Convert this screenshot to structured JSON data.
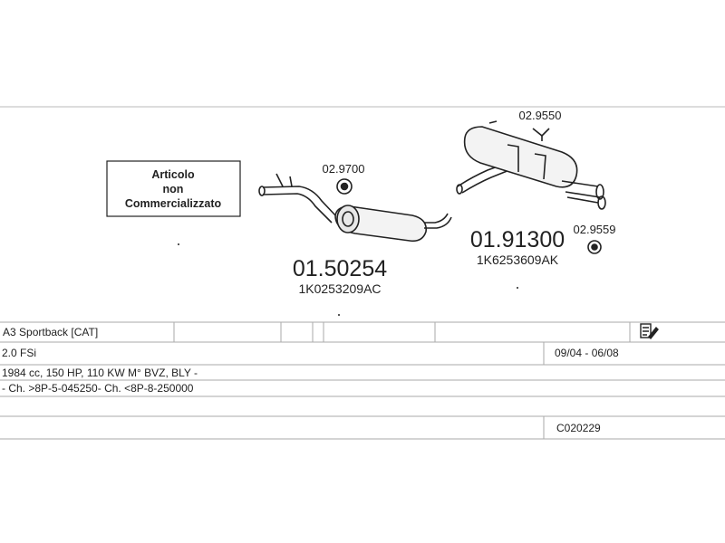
{
  "note": {
    "lines": [
      "Articolo",
      "non",
      "Commercializzato"
    ]
  },
  "parts": {
    "front_silencer": {
      "code": "01.50254",
      "oem": "1K0253209AC"
    },
    "rear_silencer": {
      "code": "01.91300",
      "oem": "1K6253609AK"
    },
    "clamp": {
      "code": "02.9700"
    },
    "hanger": {
      "code": "02.9550"
    },
    "rubber_mount": {
      "code": "02.9559"
    }
  },
  "vehicle": {
    "model": "A3 Sportback  [CAT]",
    "engine": "2.0 FSi",
    "years": "09/04 - 06/08",
    "specs": "1984 cc, 150 HP, 110 KW M° BVZ, BLY -",
    "chassis": "- Ch. >8P-5-045250- Ch. <8P-8-250000",
    "catalog_code": "C020229"
  },
  "icons": {
    "document": "document-edit-icon"
  },
  "colors": {
    "line": "#222222",
    "table_border": "#aaaaaa",
    "paper": "#ffffff"
  }
}
